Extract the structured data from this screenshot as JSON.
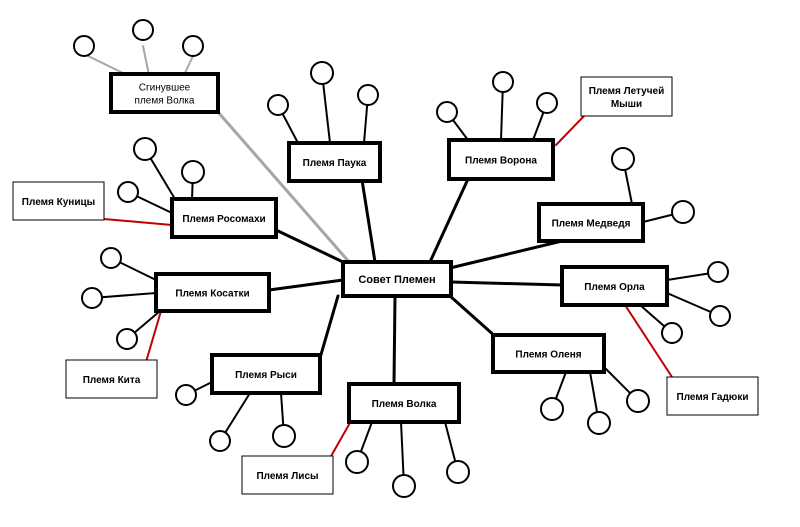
{
  "diagram": {
    "center": {
      "id": "council",
      "label": "Совет Племен"
    },
    "tribes": [
      {
        "id": "vanished-wolf",
        "label": [
          "Сгинувшее",
          "племя Волка"
        ]
      },
      {
        "id": "spider",
        "label": [
          "Племя Паука"
        ]
      },
      {
        "id": "raven",
        "label": [
          "Племя Ворона"
        ]
      },
      {
        "id": "bat",
        "label": [
          "Племя Летучей",
          "Мыши"
        ]
      },
      {
        "id": "wolverine",
        "label": [
          "Племя Росомахи"
        ]
      },
      {
        "id": "marten",
        "label": [
          "Племя Куницы"
        ]
      },
      {
        "id": "bear",
        "label": [
          "Племя Медведя"
        ]
      },
      {
        "id": "orca",
        "label": [
          "Племя Косатки"
        ]
      },
      {
        "id": "eagle",
        "label": [
          "Племя Орла"
        ]
      },
      {
        "id": "deer",
        "label": [
          "Племя Оленя"
        ]
      },
      {
        "id": "lynx",
        "label": [
          "Племя Рыси"
        ]
      },
      {
        "id": "whale",
        "label": [
          "Племя Кита"
        ]
      },
      {
        "id": "wolf",
        "label": [
          "Племя Волка"
        ]
      },
      {
        "id": "viper",
        "label": [
          "Племя Гадюки"
        ]
      },
      {
        "id": "fox",
        "label": [
          "Племя Лисы"
        ]
      }
    ]
  }
}
